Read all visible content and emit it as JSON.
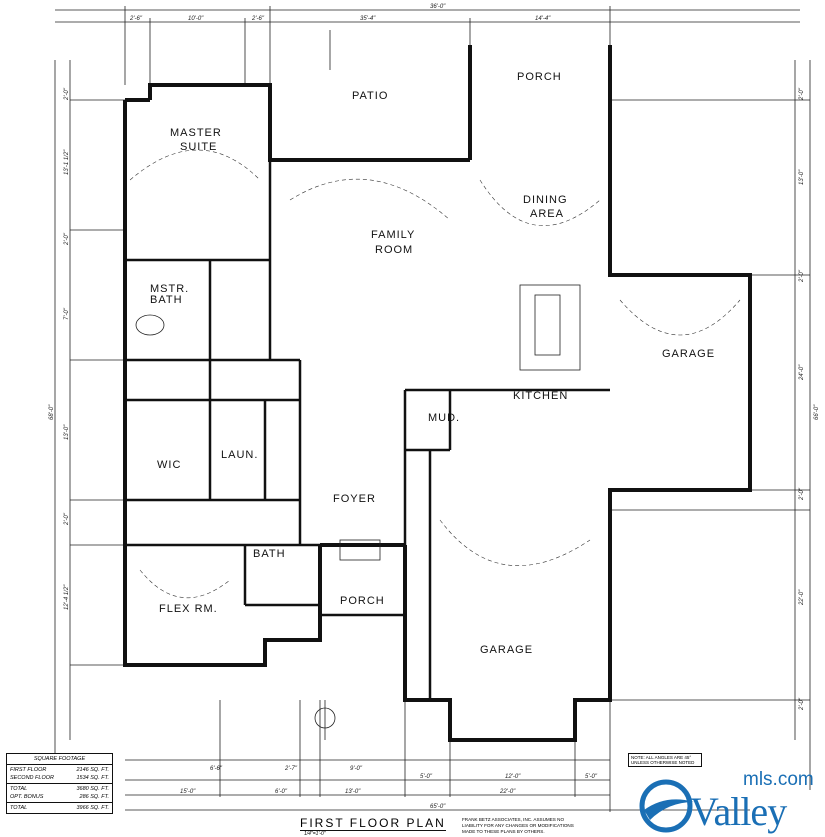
{
  "plan": {
    "title": "FIRST FLOOR PLAN",
    "scale": "1/4\"=1'-0\"",
    "disclaimer": "FRANK BETZ ASSOCIATES, INC. ASSUMES NO LIABILITY FOR ANY CHANGES OR MODIFICATIONS MADE TO THESE PLANS BY OTHERS.",
    "note": "NOTE: ALL ANGLES ARE 45° UNLESS OTHERWISE NOTED"
  },
  "rooms": {
    "patio": "PATIO",
    "porch_rear": "PORCH",
    "master_suite_1": "MASTER",
    "master_suite_2": "SUITE",
    "dining_1": "DINING",
    "dining_2": "AREA",
    "family_1": "FAMILY",
    "family_2": "ROOM",
    "mstr_bath_1": "MSTR.",
    "mstr_bath_2": "BATH",
    "garage_side": "GARAGE",
    "kitchen": "KITCHEN",
    "mud": "MUD.",
    "wic": "WIC",
    "laun": "LAUN.",
    "foyer": "FOYER",
    "bath": "BATH",
    "flex": "FLEX RM.",
    "porch_front": "PORCH",
    "garage_front": "GARAGE"
  },
  "dimensions": {
    "top_1": "2'-6\"",
    "top_2": "10'-0\"",
    "top_3": "2'-6\"",
    "top_4": "35'-4\"",
    "top_5": "14'-4\"",
    "top_overall": "36'-0\"",
    "bottom_1": "6'-6\"",
    "bottom_2": "2'-7\"",
    "bottom_3": "9'-0\"",
    "bottom_4": "5'-0\"",
    "bottom_5": "12'-0\"",
    "bottom_6": "5'-0\"",
    "bottom_7": "15'-0\"",
    "bottom_8": "6'-0\"",
    "bottom_9": "13'-0\"",
    "bottom_10": "22'-0\"",
    "bottom_overall": "65'-0\"",
    "left_1": "2'-0\"",
    "left_2": "13'-1 1/2\"",
    "left_3": "2'-0\"",
    "left_4": "7'-0\"",
    "left_5": "13'-0\"",
    "left_6": "2'-0\"",
    "left_7": "12'-4 1/2\"",
    "left_overall": "68'-0\"",
    "right_1": "2'-0\"",
    "right_2": "13'-0\"",
    "right_3": "2'-0\"",
    "right_4": "24'-0\"",
    "right_5": "2'-0\"",
    "right_6": "22'-0\"",
    "right_7": "2'-0\"",
    "right_overall": "66'-0\""
  },
  "square_footage": {
    "header": "SQUARE FOOTAGE",
    "rows": [
      {
        "label": "FIRST FLOOR",
        "value": "2146 SQ. FT."
      },
      {
        "label": "SECOND FLOOR",
        "value": "1534 SQ. FT."
      },
      {
        "label": "TOTAL",
        "value": "3680 SQ. FT."
      },
      {
        "label": "OPT. BONUS",
        "value": "286 SQ. FT."
      },
      {
        "label": "TOTAL",
        "value": "3966 SQ. FT."
      }
    ]
  },
  "logo": {
    "brand": "Valley",
    "suffix": "mls.com",
    "color": "#1a6fb5"
  }
}
